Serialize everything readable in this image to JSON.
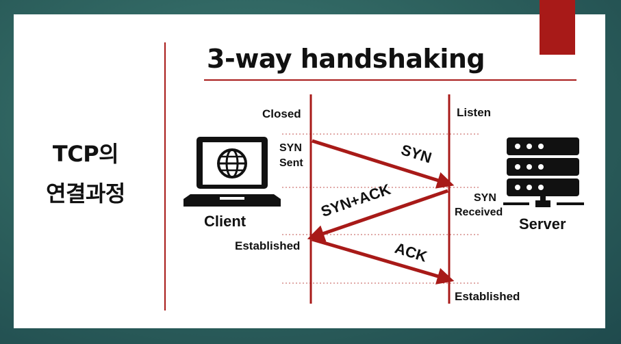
{
  "slide": {
    "left_title_line1": "TCP의",
    "left_title_line2": "연결과정",
    "main_title": "3-way handshaking"
  },
  "diagram": {
    "client_label": "Client",
    "server_label": "Server",
    "client_states": {
      "closed": "Closed",
      "syn_sent_1": "SYN",
      "syn_sent_2": "Sent",
      "established": "Established"
    },
    "server_states": {
      "listen": "Listen",
      "syn_received_1": "SYN",
      "syn_received_2": "Received",
      "established": "Established"
    },
    "messages": {
      "syn": "SYN",
      "syn_ack": "SYN+ACK",
      "ack": "ACK"
    }
  },
  "colors": {
    "accent": "#a81a18",
    "arrow": "#a81a18",
    "dotted": "#c0504d",
    "background": "#2c5f5c"
  },
  "icons": [
    "laptop-globe-icon",
    "server-rack-icon"
  ]
}
